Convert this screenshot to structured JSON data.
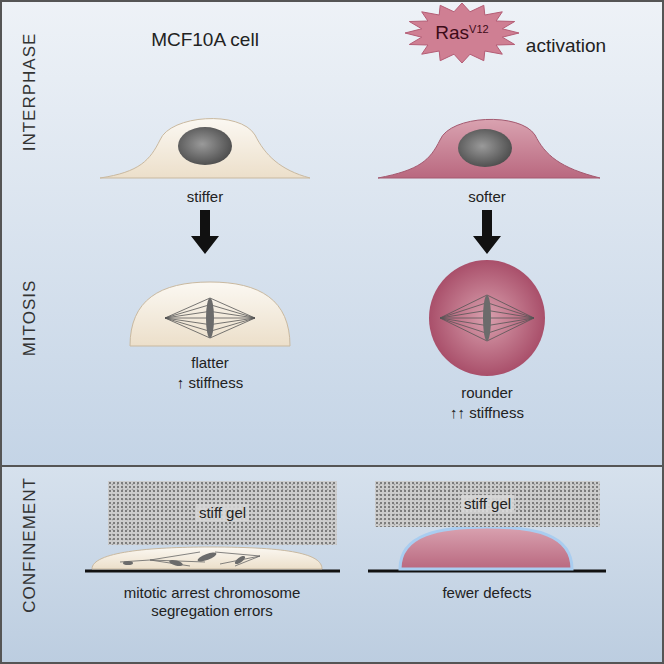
{
  "diagram": {
    "nodes": [
      {
        "text": [
          "Ras",
          "V12"
        ]
      },
      {
        "text": [
          "stiff gel"
        ]
      },
      {
        "text": [
          "stiff gel"
        ]
      }
    ],
    "labels": [
      "INTERPHASE",
      "MITOSIS",
      "CONFINEMENT",
      "MCF10A cell",
      "activation",
      "stiffer",
      "softer",
      "flatter",
      "↑ stiffness",
      "rounder",
      "↑↑ stiffness",
      "mitotic arrest chromosome segregation errors",
      "fewer defects"
    ]
  }
}
